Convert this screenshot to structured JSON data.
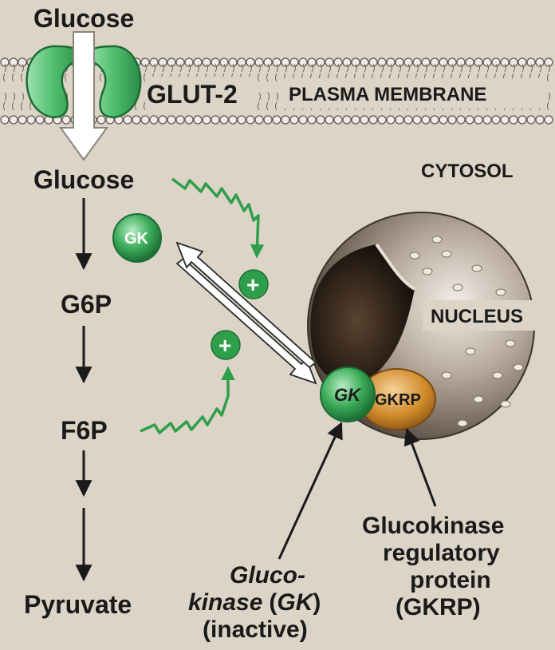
{
  "labels": {
    "glucose_top": "Glucose",
    "glucose": "Glucose",
    "glut2": "GLUT-2",
    "plasma_membrane": "PLASMA MEMBRANE",
    "cytosol": "CYTOSOL",
    "nucleus": "NUCLEUS",
    "g6p": "G6P",
    "f6p": "F6P",
    "pyruvate": "Pyruvate",
    "gk_cytosol": "GK",
    "gk_nucleus": "GK",
    "gkrp": "GKRP",
    "plus": "+",
    "gk_caption": [
      "Gluco-",
      "kinase",
      "(",
      "GK",
      ")",
      "(inactive)"
    ],
    "gkrp_caption": [
      "Glucokinase",
      "regulatory",
      "protein",
      "(GKRP)"
    ]
  },
  "colors": {
    "background": "#dcd4c6",
    "green": "#2f9e4a",
    "green_light": "#8fd6a0",
    "gkrp_orange": "#d08a2a",
    "nucleus_dark": "#2e2620",
    "membrane": "#f1ede6"
  }
}
